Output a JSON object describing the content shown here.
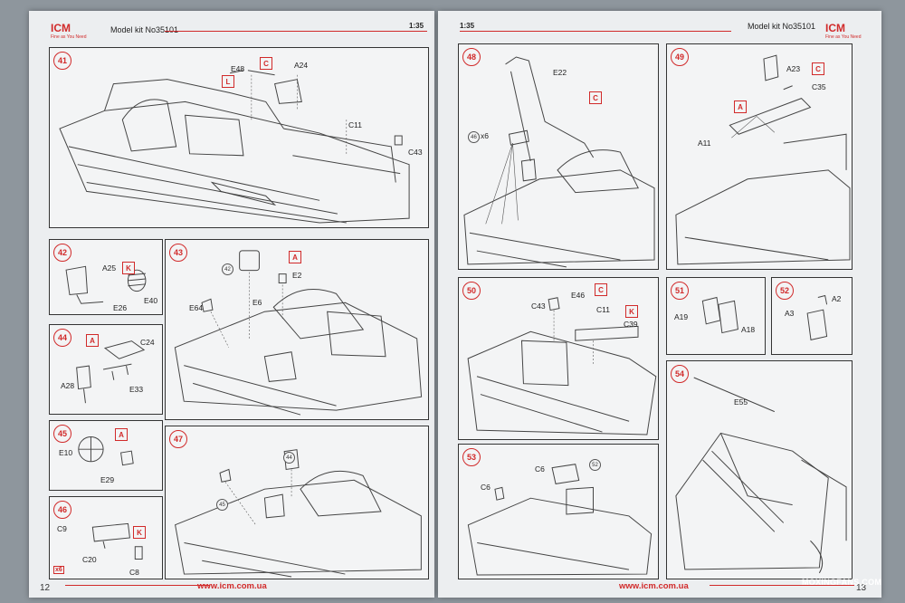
{
  "brand": {
    "logo": "ICM",
    "tagline": "Fine as You Need"
  },
  "left_page": {
    "kit": "Model kit No35101",
    "scale": "1:35",
    "url": "www.icm.com.ua",
    "page_number": "12"
  },
  "right_page": {
    "kit": "Model kit No35101",
    "scale": "1:35",
    "url": "www.icm.com.ua",
    "page_number": "13"
  },
  "steps": {
    "s41": {
      "n": "41",
      "parts": [
        "E48",
        "A24",
        "C11",
        "C43"
      ],
      "tags": [
        "C",
        "L"
      ]
    },
    "s42": {
      "n": "42",
      "parts": [
        "A25",
        "E26",
        "E40"
      ],
      "tags": [
        "K"
      ]
    },
    "s43": {
      "n": "43",
      "parts": [
        "E2",
        "E64",
        "E6"
      ],
      "tags": [
        "A"
      ],
      "refs": [
        "42"
      ]
    },
    "s44": {
      "n": "44",
      "parts": [
        "C24",
        "A28",
        "E33"
      ],
      "tags": [
        "A"
      ]
    },
    "s45": {
      "n": "45",
      "parts": [
        "E10",
        "E29"
      ],
      "tags": [
        "A"
      ]
    },
    "s46": {
      "n": "46",
      "parts": [
        "C9",
        "C20",
        "C8"
      ],
      "tags": [
        "K"
      ],
      "mult": "x6"
    },
    "s47": {
      "n": "47",
      "refs": [
        "44",
        "45"
      ]
    },
    "s48": {
      "n": "48",
      "parts": [
        "E22"
      ],
      "tags": [
        "C"
      ],
      "ref": "46",
      "mult": "x6"
    },
    "s49": {
      "n": "49",
      "parts": [
        "A23",
        "C35",
        "A11"
      ],
      "tags": [
        "C",
        "A"
      ]
    },
    "s50": {
      "n": "50",
      "parts": [
        "C43",
        "E46",
        "C11",
        "C39"
      ],
      "tags": [
        "C",
        "K"
      ]
    },
    "s51": {
      "n": "51",
      "parts": [
        "A19",
        "A18"
      ]
    },
    "s52": {
      "n": "52",
      "parts": [
        "A2",
        "A3"
      ]
    },
    "s53": {
      "n": "53",
      "parts": [
        "C6",
        "C6"
      ],
      "refs": [
        "52"
      ]
    },
    "s54": {
      "n": "54",
      "parts": [
        "E55"
      ]
    }
  },
  "watermark": "MOXINGFANS.COM"
}
